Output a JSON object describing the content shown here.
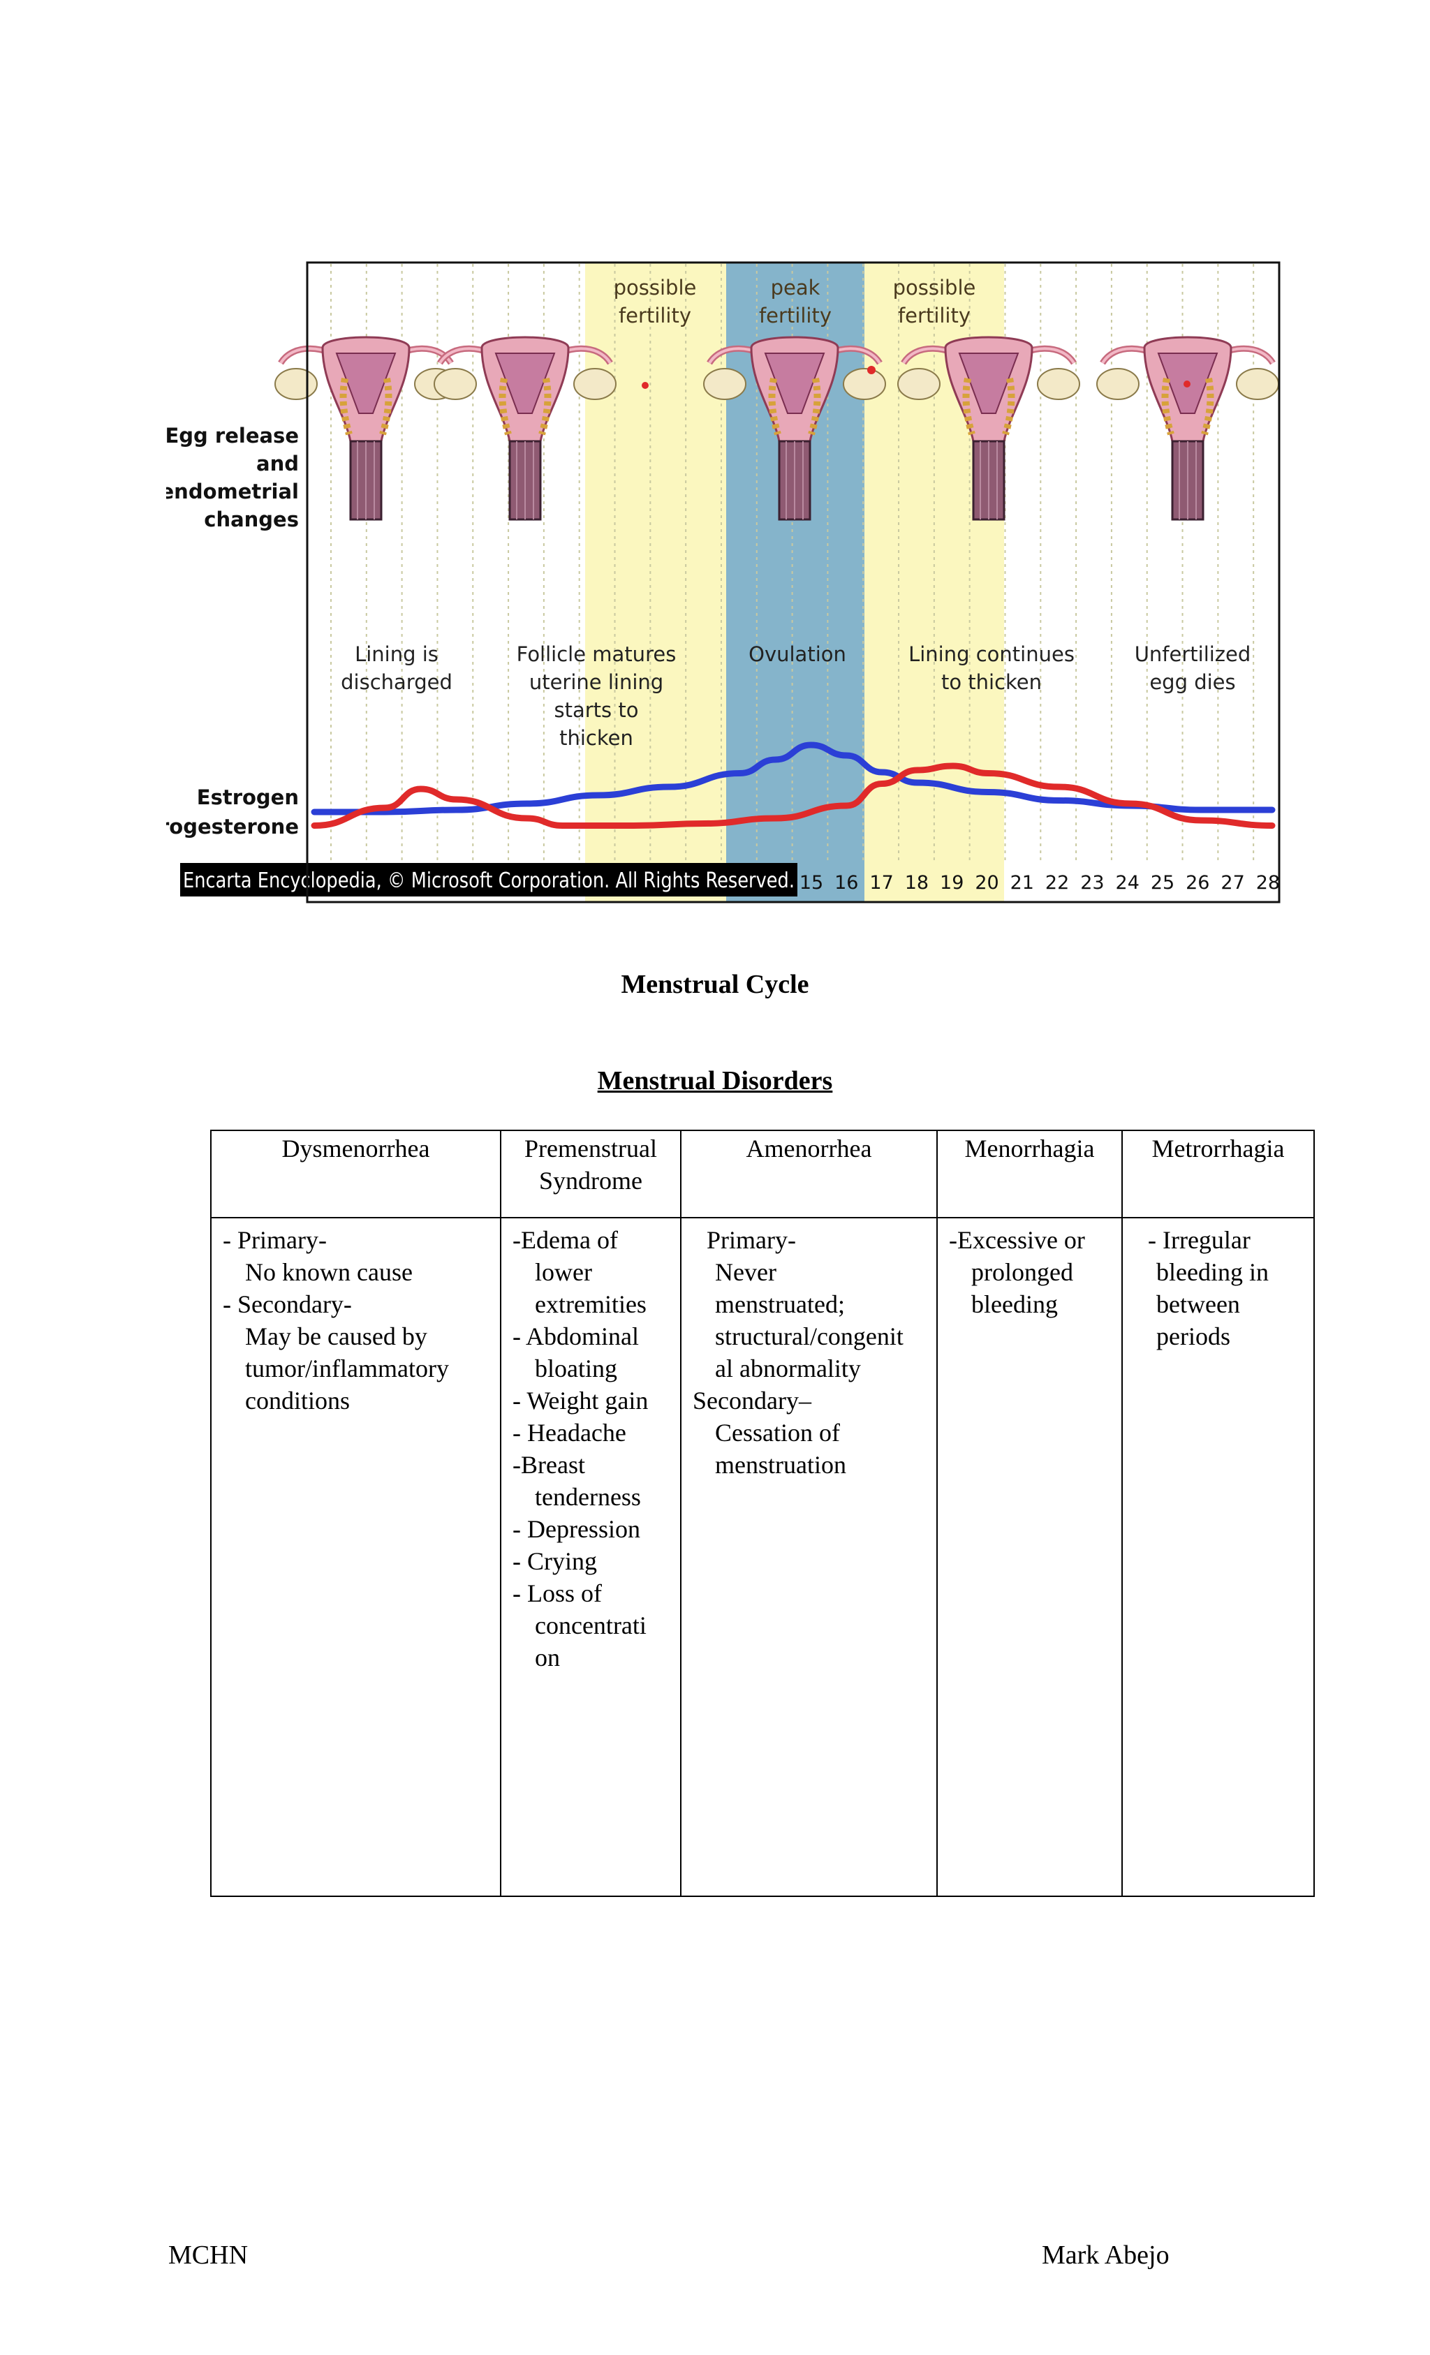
{
  "figure": {
    "row_label_lines": [
      "Egg release",
      "and",
      "endometrial",
      "changes"
    ],
    "zones": [
      {
        "line1": "possible",
        "line2": "fertility",
        "color": "#fbf7bf"
      },
      {
        "line1": "peak",
        "line2": "fertility",
        "color": "#85b4cb"
      },
      {
        "line1": "possible",
        "line2": "fertility",
        "color": "#fbf7bf"
      }
    ],
    "stages": [
      {
        "lines": [
          "Lining is",
          "discharged"
        ]
      },
      {
        "lines": [
          "Follicle matures",
          "uterine lining",
          "starts to",
          "thicken"
        ]
      },
      {
        "lines": [
          "Ovulation"
        ]
      },
      {
        "lines": [
          "Lining continues",
          "to thicken"
        ]
      },
      {
        "lines": [
          "Unfertilized",
          "egg dies"
        ]
      }
    ],
    "hormone_labels": [
      "Estrogen",
      "Progesterone"
    ],
    "copyright": "Encarta Encyclopedia, © Microsoft Corporation. All Rights Reserved.",
    "day_labels": [
      "15",
      "16",
      "17",
      "18",
      "19",
      "20",
      "21",
      "22",
      "23",
      "24",
      "25",
      "26",
      "27",
      "28"
    ],
    "colors": {
      "estrogen": "#2b3fd6",
      "progesterone": "#e02a2a",
      "uterus": "#e8a8b8",
      "ovary": "#f3e9c8"
    }
  },
  "chart_data": {
    "type": "line",
    "x_domain": [
      1,
      28
    ],
    "series": [
      {
        "name": "Estrogen",
        "color": "#2b3fd6",
        "x": [
          1,
          3,
          5,
          7,
          9,
          11,
          13,
          14,
          15,
          16,
          17,
          18,
          20,
          22,
          24,
          26,
          28
        ],
        "values": [
          0.18,
          0.18,
          0.2,
          0.26,
          0.34,
          0.42,
          0.55,
          0.68,
          0.82,
          0.72,
          0.56,
          0.46,
          0.37,
          0.29,
          0.24,
          0.2,
          0.2
        ]
      },
      {
        "name": "Progesterone",
        "color": "#e02a2a",
        "x": [
          1,
          3,
          4,
          5,
          7,
          8,
          10,
          12,
          14,
          16,
          17,
          18,
          19,
          20,
          22,
          24,
          26,
          28
        ],
        "values": [
          0.05,
          0.22,
          0.4,
          0.3,
          0.12,
          0.05,
          0.05,
          0.07,
          0.12,
          0.24,
          0.45,
          0.58,
          0.62,
          0.55,
          0.42,
          0.26,
          0.1,
          0.05
        ]
      }
    ]
  },
  "figure_caption": "Menstrual Cycle",
  "section_title": "Menstrual Disorders",
  "table": {
    "headers": [
      {
        "lines": [
          "Dysmenorrhea"
        ]
      },
      {
        "lines": [
          "Premenstrual",
          "Syndrome"
        ]
      },
      {
        "lines": [
          "Amenorrhea"
        ]
      },
      {
        "lines": [
          "Menorrhagia"
        ]
      },
      {
        "lines": [
          "Metrorrhagia"
        ]
      }
    ],
    "cells": [
      [
        {
          "text": "- Primary-",
          "indent": 0
        },
        {
          "text": "No known cause",
          "indent": 1
        },
        {
          "text": "- Secondary-",
          "indent": 0
        },
        {
          "text": "May be caused by",
          "indent": 1
        },
        {
          "text": "tumor/inflammatory",
          "indent": 1
        },
        {
          "text": "conditions",
          "indent": 1
        }
      ],
      [
        {
          "text": "-Edema of",
          "indent": 0
        },
        {
          "text": "lower",
          "indent": 1
        },
        {
          "text": "extremities",
          "indent": 1
        },
        {
          "text": "- Abdominal",
          "indent": 0
        },
        {
          "text": "bloating",
          "indent": 1
        },
        {
          "text": "- Weight gain",
          "indent": 0
        },
        {
          "text": "- Headache",
          "indent": 0
        },
        {
          "text": "-Breast",
          "indent": 0
        },
        {
          "text": "tenderness",
          "indent": 1
        },
        {
          "text": "- Depression",
          "indent": 0
        },
        {
          "text": "- Crying",
          "indent": 0
        },
        {
          "text": "- Loss of",
          "indent": 0
        },
        {
          "text": "concentrati",
          "indent": 1
        },
        {
          "text": "on",
          "indent": 1
        }
      ],
      [
        {
          "text": "Primary-",
          "indent": 2
        },
        {
          "text": "Never",
          "indent": 1
        },
        {
          "text": "menstruated;",
          "indent": 1
        },
        {
          "text": "structural/congenit",
          "indent": 1
        },
        {
          "text": "al abnormality",
          "indent": 1
        },
        {
          "text": "Secondary–",
          "indent": 0
        },
        {
          "text": "Cessation of",
          "indent": 1
        },
        {
          "text": "menstruation",
          "indent": 1
        }
      ],
      [
        {
          "text": "-Excessive or",
          "indent": 0
        },
        {
          "text": "prolonged",
          "indent": 1
        },
        {
          "text": "bleeding",
          "indent": 1
        }
      ],
      [
        {
          "text": "- Irregular",
          "indent": 2
        },
        {
          "text": "bleeding in",
          "indent": 1
        },
        {
          "text": "between",
          "indent": 1
        },
        {
          "text": "periods",
          "indent": 1
        }
      ]
    ]
  },
  "footer": {
    "left": "MCHN",
    "right": "Mark Abejo"
  }
}
